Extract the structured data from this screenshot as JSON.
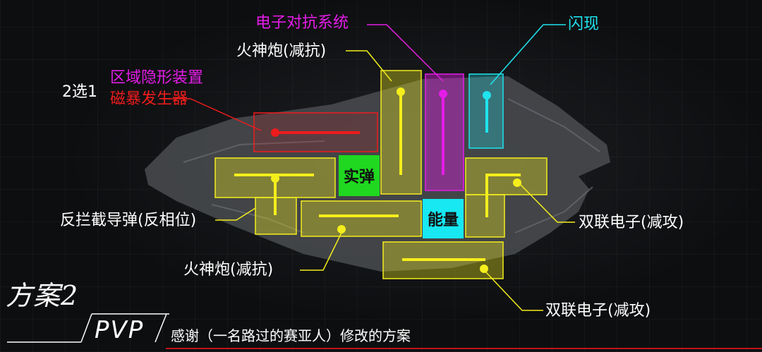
{
  "labels": {
    "choose_two": "2选1",
    "stealth": "区域隐形装置",
    "magnetic": "磁暴发生器",
    "electronic": "电子对抗系统",
    "fire_top": "火神炮(减抗)",
    "blink": "闪现",
    "missile": "反拦截导弹(反相位)",
    "fire_bottom": "火神炮(减抗)",
    "twin_right": "双联电子(减攻)",
    "twin_bottom": "双联电子(减攻)",
    "kinetic": "实弹",
    "energy": "能量"
  },
  "footer": {
    "plan": "方案2",
    "mode": "PVP",
    "credit": "感谢（一名路过的赛亚人）修改的方案"
  },
  "colors": {
    "yellow": "#f4ee1c",
    "magenta": "#e51ce8",
    "cyan": "#1fe3ee",
    "red": "#ee1c1c",
    "green": "#1fd81f",
    "energy_cyan": "#17e8f2"
  }
}
